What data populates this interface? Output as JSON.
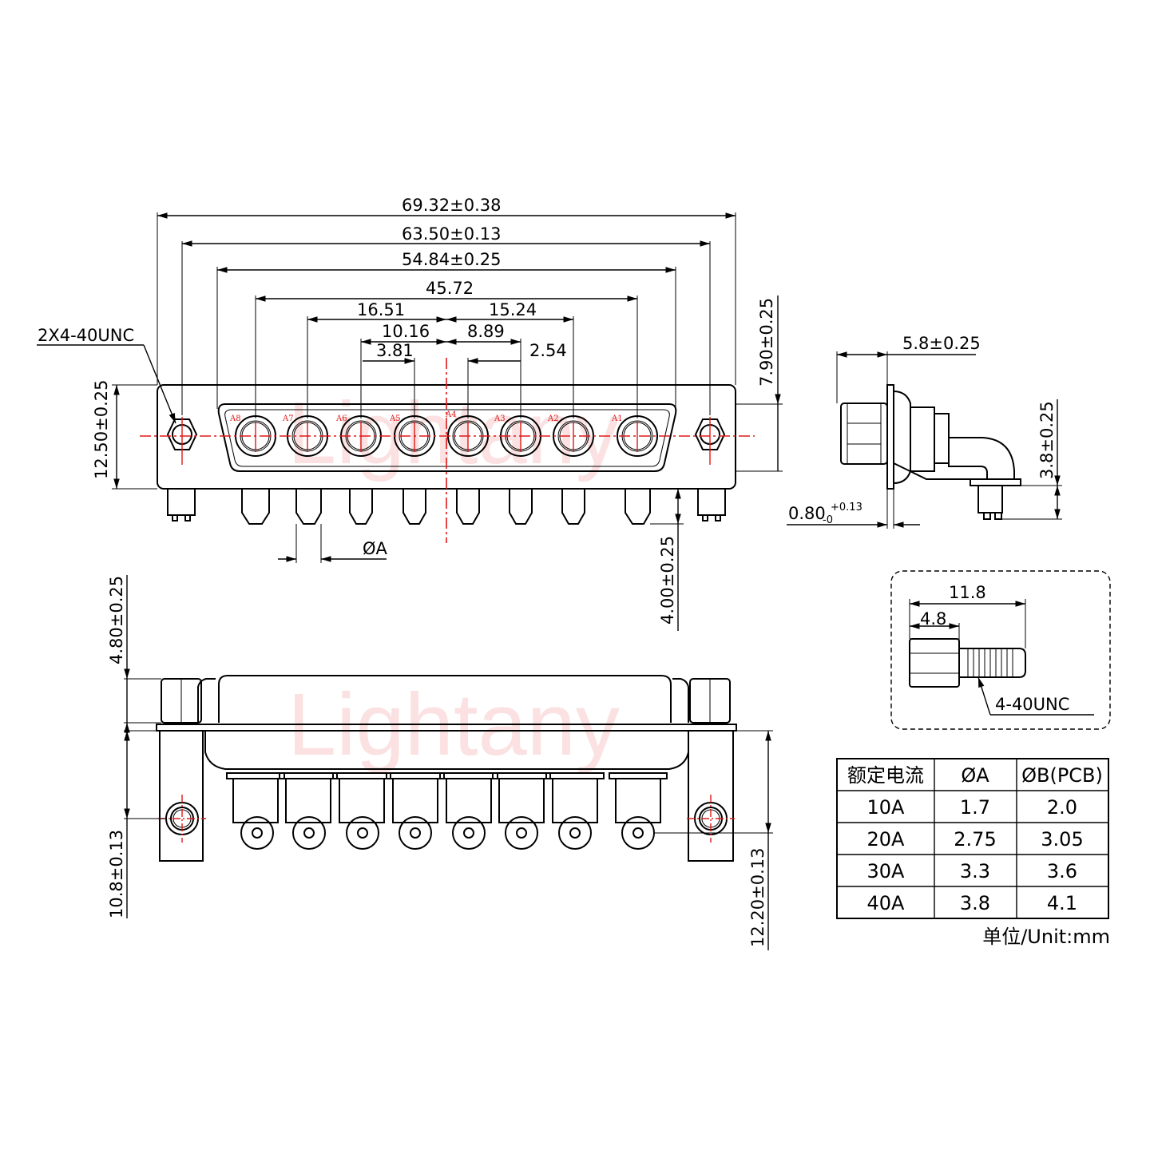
{
  "watermark": "Lightany",
  "front_view": {
    "dims": {
      "overall_width": "69.32±0.38",
      "mount_hole_pitch": "63.50±0.13",
      "shell_width": "54.84±0.25",
      "outer_contact_pitch": "45.72",
      "left_offset_a": "16.51",
      "right_offset_a": "15.24",
      "left_offset_b": "10.16",
      "right_offset_b": "8.89",
      "left_offset_c": "3.81",
      "right_offset_c": "2.54",
      "thread": "2X4-40UNC",
      "body_height": "12.50±0.25",
      "shell_height": "7.90±0.25",
      "pin_length": "4.00±0.25",
      "pin_diameter": "ØA"
    },
    "pin_labels": [
      "A8",
      "A7",
      "A6",
      "A5",
      "A4",
      "A3",
      "A2",
      "A1"
    ]
  },
  "side_view": {
    "dims": {
      "flange_depth": "5.8±0.25",
      "board_height": "3.8±0.25",
      "flange_thickness": "0.80",
      "flange_tol_upper": "+0.13",
      "flange_tol_lower": "-0"
    }
  },
  "bottom_view": {
    "dims": {
      "hex_height": "4.80±0.25",
      "left_hole_offset": "10.8±0.13",
      "right_hole_offset": "12.20±0.13"
    }
  },
  "screw_detail": {
    "total_length": "11.8",
    "hex_length": "4.8",
    "thread": "4-40UNC"
  },
  "table": {
    "headers": [
      "额定电流",
      "ØA",
      "ØB(PCB)"
    ],
    "rows": [
      [
        "10A",
        "1.7",
        "2.0"
      ],
      [
        "20A",
        "2.75",
        "3.05"
      ],
      [
        "30A",
        "3.3",
        "3.6"
      ],
      [
        "40A",
        "3.8",
        "4.1"
      ]
    ],
    "unit_note": "单位/Unit:mm"
  }
}
